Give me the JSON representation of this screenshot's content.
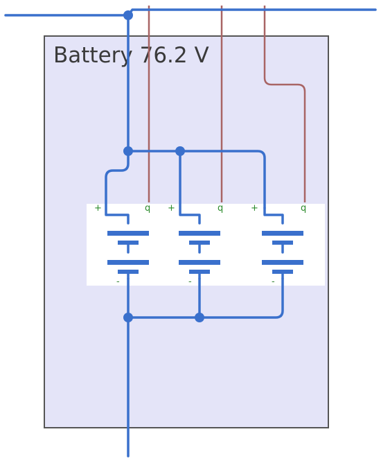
{
  "battery": {
    "title": "Battery 76.2 V"
  },
  "cells": [
    {
      "plus_label": "+",
      "q_label": "q",
      "minus_label": "-"
    },
    {
      "plus_label": "+",
      "q_label": "q",
      "minus_label": "-"
    },
    {
      "plus_label": "+",
      "q_label": "q",
      "minus_label": "-"
    }
  ],
  "colors": {
    "wire_blue": "#3a70cc",
    "wire_brown": "#a86464",
    "battery_fill": "#e4e4f8",
    "battery_border": "#555555",
    "cell_panel": "#ffffff",
    "terminal_green": "#2a8a2a"
  }
}
